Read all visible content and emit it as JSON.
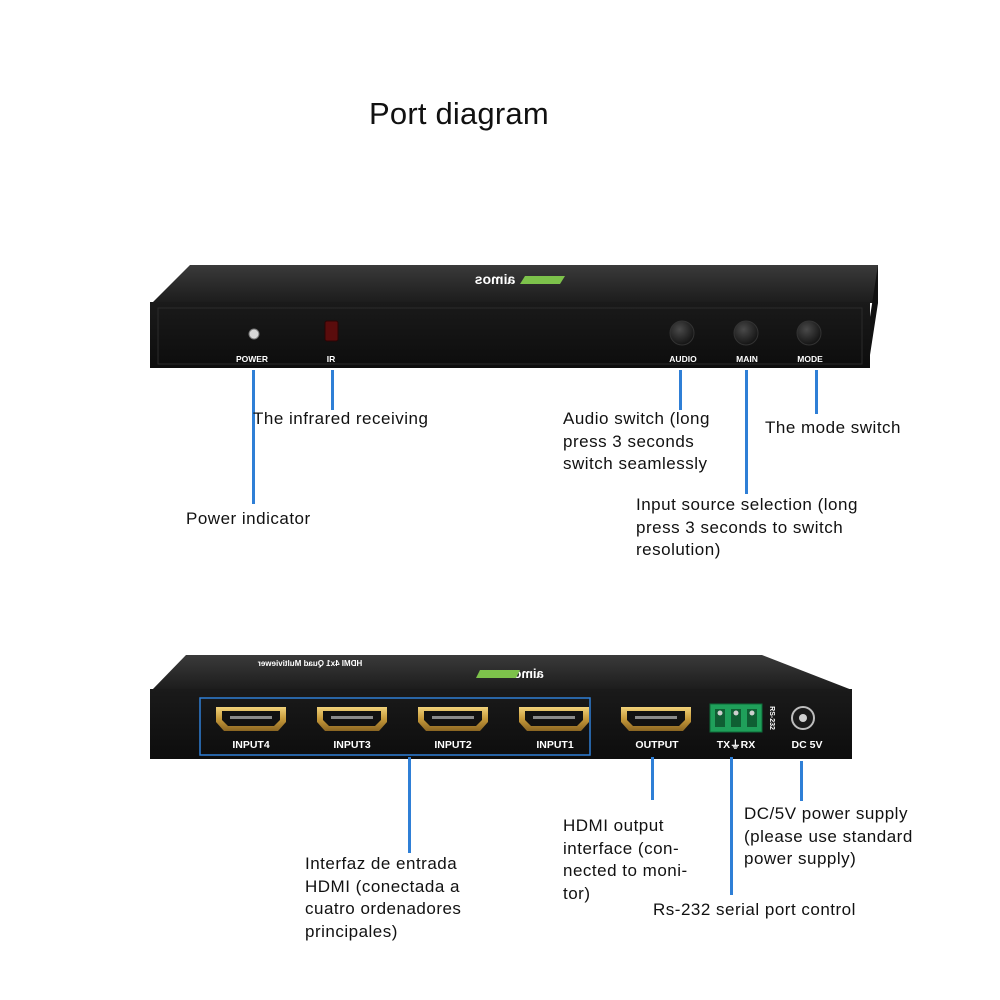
{
  "title": "Port diagram",
  "front_panel": {
    "brand": "aimos",
    "power_label": "POWER",
    "ir_label": "IR",
    "audio_label": "AUDIO",
    "main_label": "MAIN",
    "mode_label": "MODE"
  },
  "back_panel": {
    "brand": "aimos",
    "top_text": "HDMI 4x1 Quad Multiviewer",
    "inputs": [
      "INPUT4",
      "INPUT3",
      "INPUT2",
      "INPUT1"
    ],
    "output_label": "OUTPUT",
    "rs232_label": "RS-232",
    "txrx_label": "TX⏚RX",
    "dc_label": "DC 5V"
  },
  "callouts": {
    "infrared": [
      "The infrared receiving"
    ],
    "power": [
      "Power indicator"
    ],
    "audio": [
      "Audio switch (long",
      "press 3 seconds",
      "switch seamlessly"
    ],
    "mode": [
      "The mode switch"
    ],
    "input_source": [
      "Input source selection (long",
      "press 3 seconds to switch",
      "resolution)"
    ],
    "hdmi_input": [
      "Interfaz de entrada",
      "HDMI (conectada a",
      "cuatro ordenadores",
      "principales)"
    ],
    "hdmi_output": [
      "HDMI output",
      "interface (con-",
      "nected to moni-",
      "tor)"
    ],
    "rs232": [
      "Rs-232 serial port control"
    ],
    "dc_power": [
      "DC/5V power supply",
      "(please use standard",
      "power supply)"
    ]
  },
  "colors": {
    "leader": "#2f7fd6",
    "device_body": "#1e1e1e",
    "device_face": "#151515",
    "terminal_green": "#1fa05a",
    "hdmi_gold": "#c79a3a",
    "brand_green": "#7dc24b"
  }
}
